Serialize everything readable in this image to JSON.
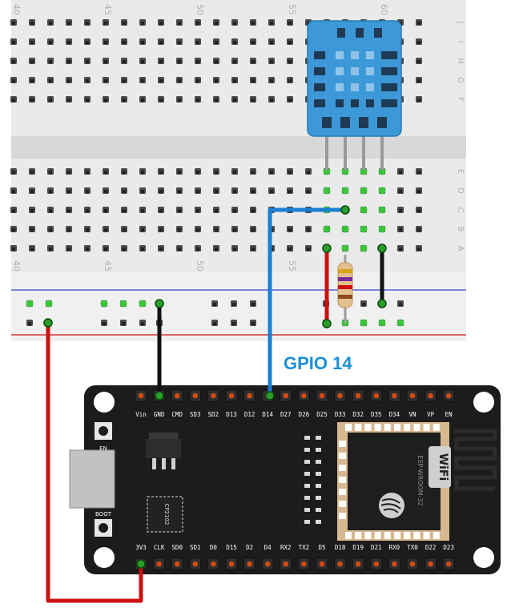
{
  "breadboard": {
    "top_row_letters": [
      "J",
      "I",
      "H",
      "G",
      "F"
    ],
    "bottom_row_letters": [
      "E",
      "D",
      "C",
      "B",
      "A"
    ],
    "column_numbers_top": [
      "40",
      "45",
      "50",
      "55",
      "60"
    ],
    "column_numbers_bottom": [
      "40",
      "45",
      "50",
      "55"
    ]
  },
  "annotation": {
    "gpio_label": "GPIO 14"
  },
  "board": {
    "top_pin_labels": [
      "Vin",
      "GND",
      "CMD",
      "SD3",
      "SD2",
      "D13",
      "D12",
      "D14",
      "D27",
      "D26",
      "D25",
      "D33",
      "D32",
      "D35",
      "D34",
      "VN",
      "VP",
      "EN"
    ],
    "bottom_pin_labels": [
      "3V3",
      "CLK",
      "SD0",
      "SD1",
      "D0",
      "D15",
      "D2",
      "D4",
      "RX2",
      "TX2",
      "D5",
      "D18",
      "D19",
      "D21",
      "RX0",
      "TX0",
      "D22",
      "D23"
    ],
    "en_button_label": "EN",
    "boot_button_label": "BOOT",
    "usb_chip_label": "CP2102",
    "module_label": "ESP-WROOM-32",
    "wifi_logo_text": "WiFi"
  },
  "colors": {
    "wire_red": "#cc1111",
    "wire_black": "#111111",
    "wire_blue": "#1a7fd4",
    "sensor_blue": "#3d98d8",
    "board_black": "#1c1c1c",
    "pin_orange": "#d44a12",
    "gold_pad": "#e5b47a"
  }
}
